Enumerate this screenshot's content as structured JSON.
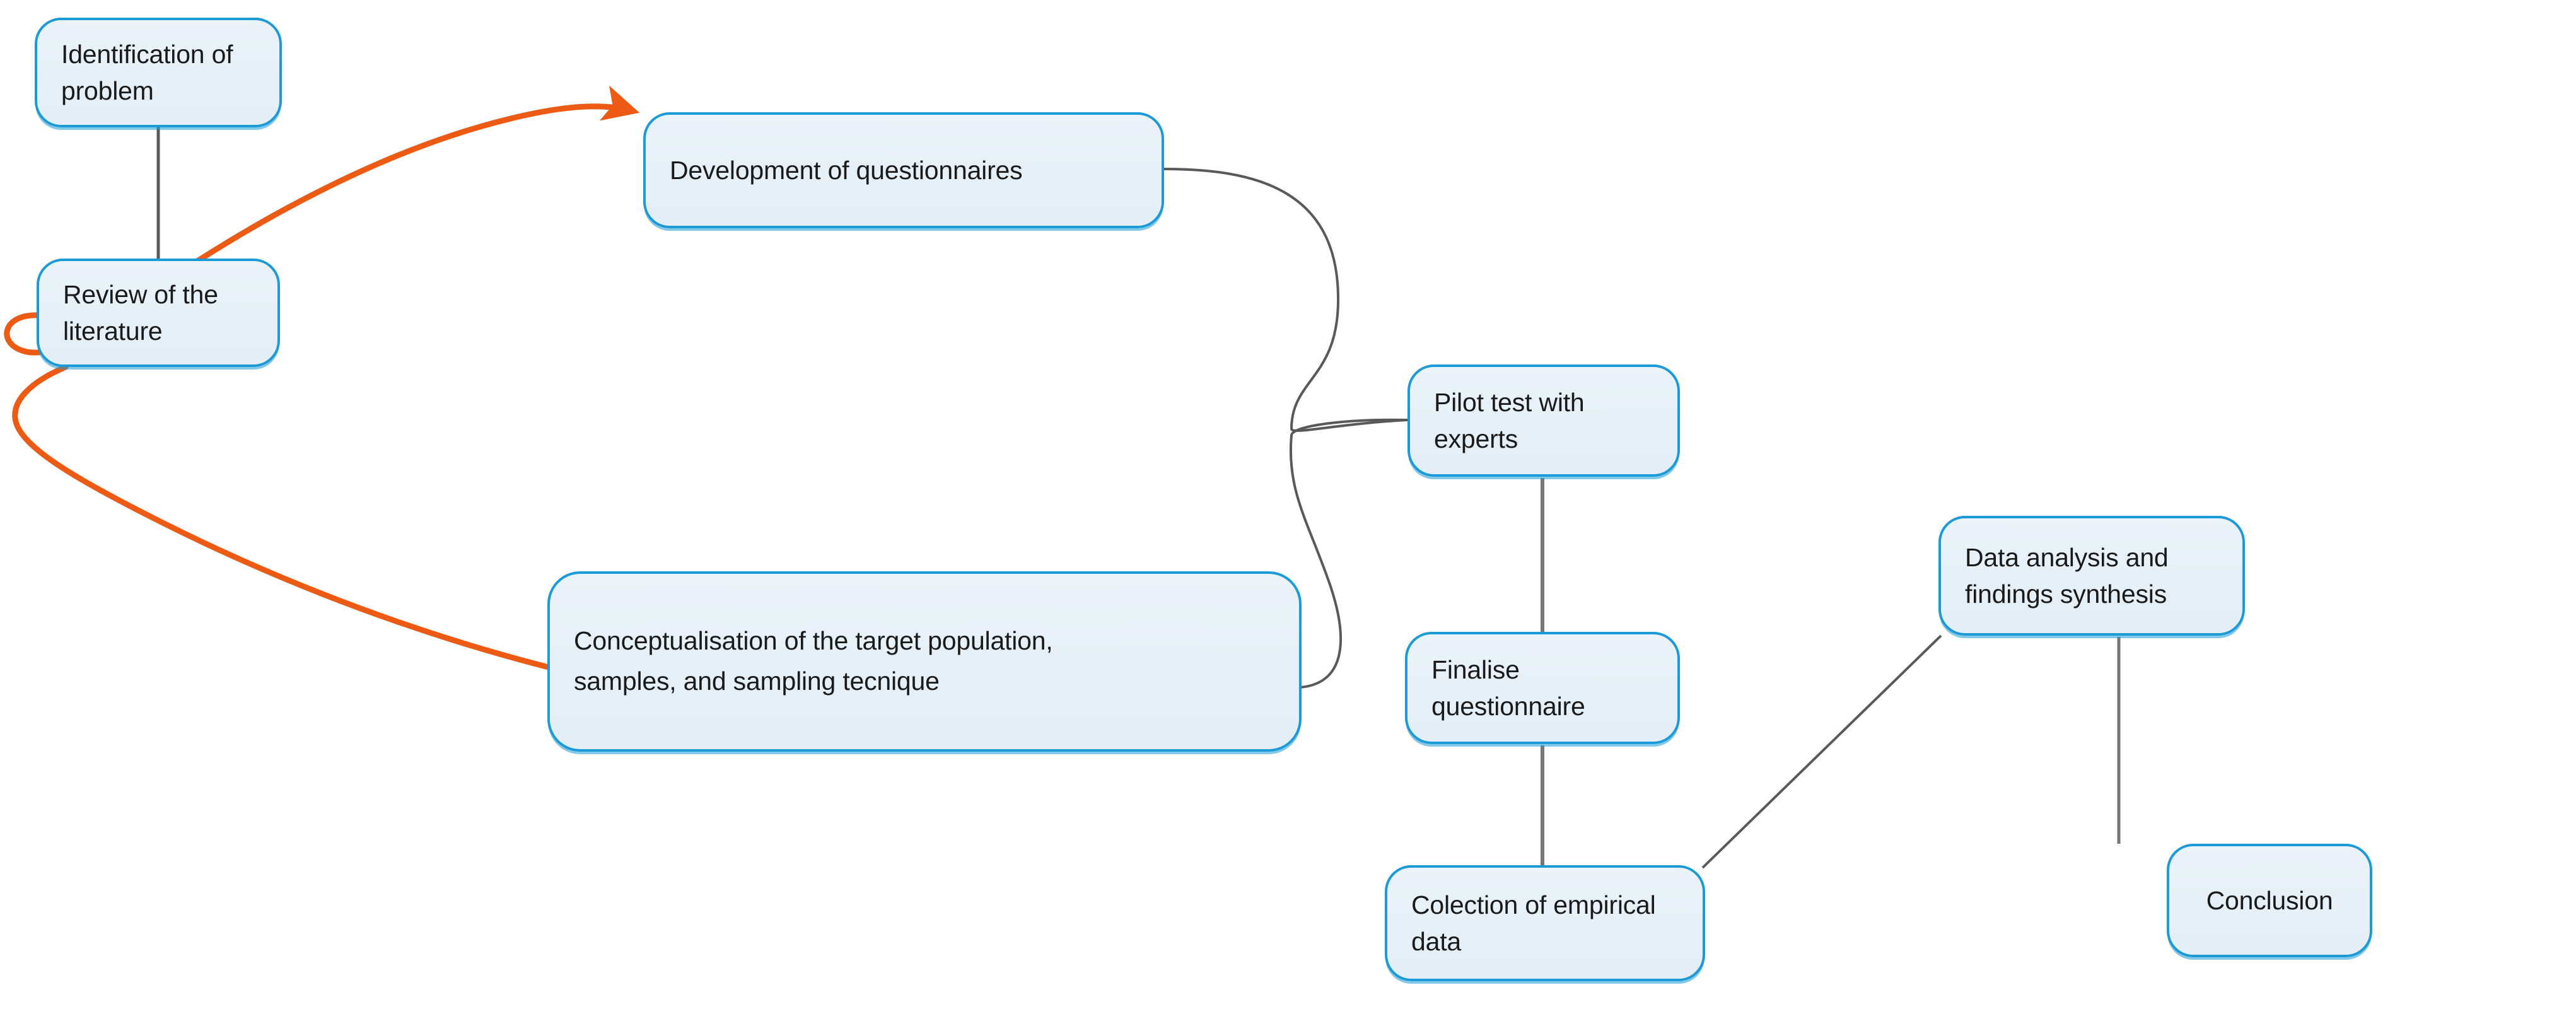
{
  "diagram": {
    "title": "Research methodology flowchart",
    "colors": {
      "node_border": "#1b9ad6",
      "node_fill": "#e8f1f9",
      "edge_plain": "#595959",
      "edge_highlight": "#ec5a13",
      "text": "#1a1a1a"
    },
    "nodes": [
      {
        "id": "identification",
        "label": "Identification of problem"
      },
      {
        "id": "review",
        "label": "Review of the literature"
      },
      {
        "id": "development",
        "label": "Development of questionnaires"
      },
      {
        "id": "conceptualisation",
        "label": "Conceptualisation of the target population,\nsamples, and sampling tecnique"
      },
      {
        "id": "pilot",
        "label": "Pilot test with experts"
      },
      {
        "id": "finalise",
        "label": "Finalise questionnaire"
      },
      {
        "id": "colection",
        "label": "Colection of empirical data"
      },
      {
        "id": "dataanalysis",
        "label": "Data analysis and findings synthesis"
      },
      {
        "id": "conclusion",
        "label": "Conclusion"
      }
    ],
    "edges": [
      {
        "id": "identification-review",
        "from": "identification",
        "to": "review",
        "style": "plain",
        "arrow": false
      },
      {
        "id": "review-development",
        "from": "review",
        "to": "development",
        "style": "highlight",
        "arrow": true
      },
      {
        "id": "review-conceptualisation",
        "from": "review",
        "to": "conceptualisation",
        "style": "highlight",
        "arrow": true
      },
      {
        "id": "development-pilot",
        "from": "development",
        "to": "pilot",
        "style": "plain",
        "arrow": false
      },
      {
        "id": "conceptualisation-pilot",
        "from": "conceptualisation",
        "to": "pilot",
        "style": "plain",
        "arrow": false
      },
      {
        "id": "pilot-finalise",
        "from": "pilot",
        "to": "finalise",
        "style": "plain",
        "arrow": false
      },
      {
        "id": "finalise-colection",
        "from": "finalise",
        "to": "colection",
        "style": "plain",
        "arrow": false
      },
      {
        "id": "colection-dataanalysis",
        "from": "colection",
        "to": "dataanalysis",
        "style": "plain",
        "arrow": false
      },
      {
        "id": "dataanalysis-conclusion",
        "from": "dataanalysis",
        "to": "conclusion",
        "style": "plain",
        "arrow": false
      }
    ]
  }
}
